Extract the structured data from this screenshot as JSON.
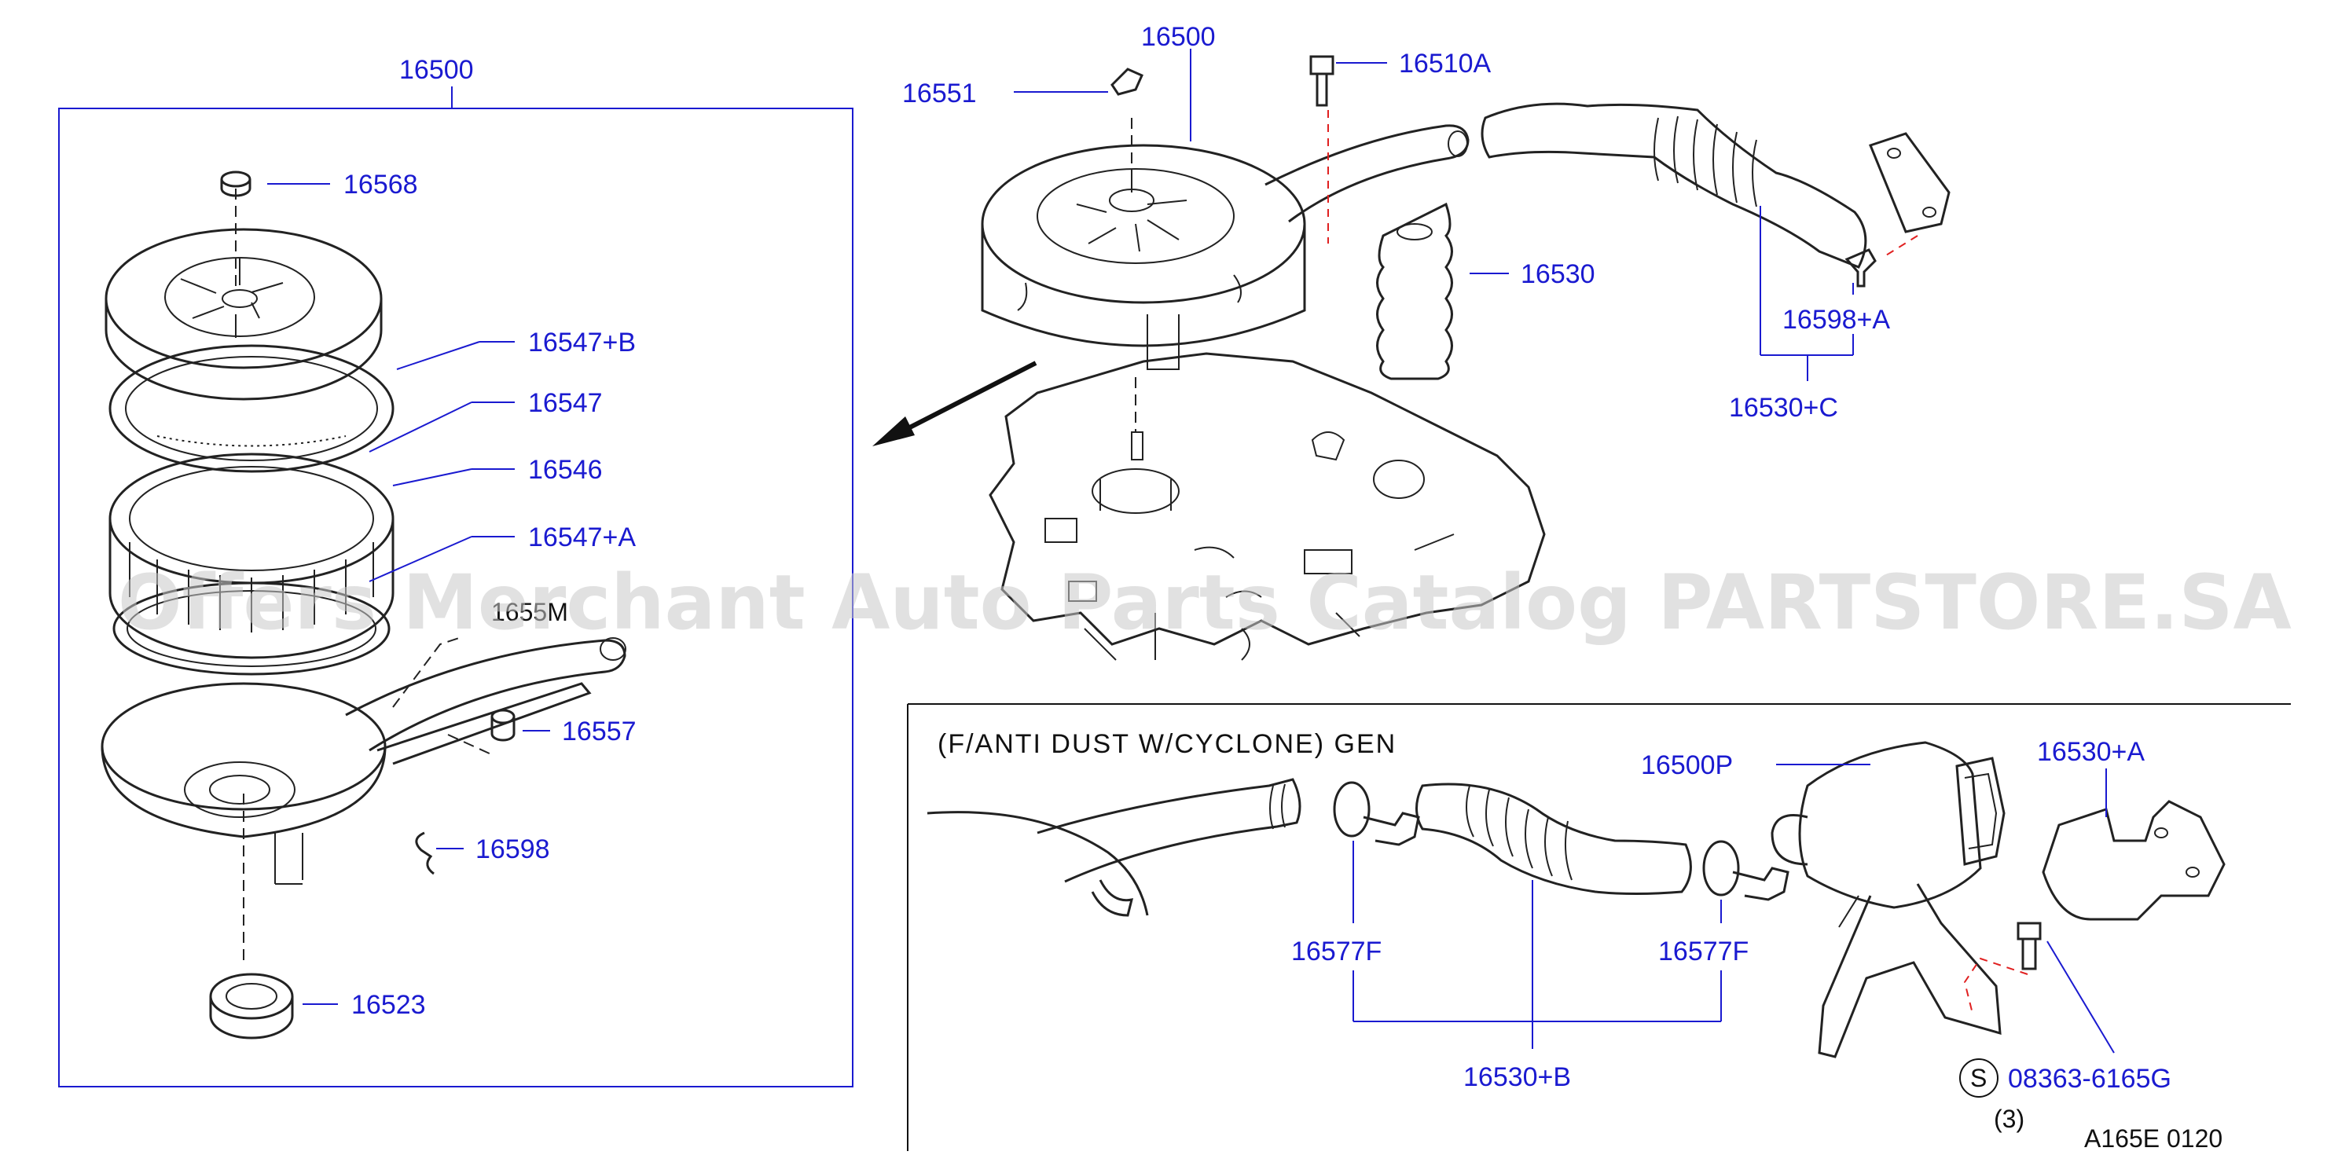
{
  "diagram": {
    "labels": {
      "p16500_box": "16500",
      "p16568": "16568",
      "p16547B": "16547+B",
      "p16547": "16547",
      "p16546": "16546",
      "p16547A": "16547+A",
      "p16557": "16557",
      "p16598": "16598",
      "p16523": "16523",
      "p16551": "16551",
      "p16500_top": "16500",
      "p16510A": "16510A",
      "p16530": "16530",
      "p16598A": "16598+A",
      "p16530C": "16530+C",
      "p16500P": "16500P",
      "p16530A": "16530+A",
      "p16577F_l": "16577F",
      "p16577F_r": "16577F",
      "p16530B": "16530+B",
      "p08363": "08363-6165G",
      "screw_symbol": "S",
      "screw_qty": "(3)"
    },
    "variant_caption": "(F/ANTI  DUST  W/CYCLONE)  GEN",
    "drawing_code": "A165E  0120",
    "watermark": "Offers Merchant Auto Parts Catalog PARTSTORE.SA",
    "watermark_partial": "1655M"
  },
  "colors": {
    "callout": "#1a1ad0",
    "linework": "#222222",
    "fastener_path": "#e02020",
    "watermark": "#c8c8c8"
  }
}
